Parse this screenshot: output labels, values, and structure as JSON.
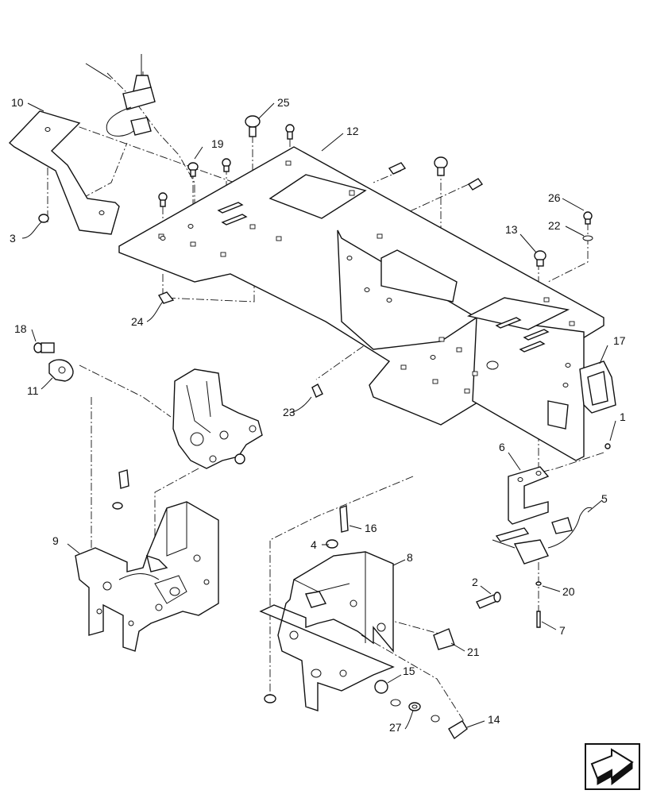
{
  "callouts": {
    "c1": "1",
    "c2": "2",
    "c3": "3",
    "c4": "4",
    "c5": "5",
    "c6": "6",
    "c7": "7",
    "c8": "8",
    "c9": "9",
    "c10": "10",
    "c11": "11",
    "c12": "12",
    "c13": "13",
    "c14": "14",
    "c15": "15",
    "c16": "16",
    "c17": "17",
    "c18": "18",
    "c19": "19",
    "c20": "20",
    "c21": "21",
    "c22": "22",
    "c23": "23",
    "c24": "24",
    "c25": "25",
    "c26": "26",
    "c27": "27"
  },
  "nav": {
    "icon": "next-page-arrow-icon"
  }
}
